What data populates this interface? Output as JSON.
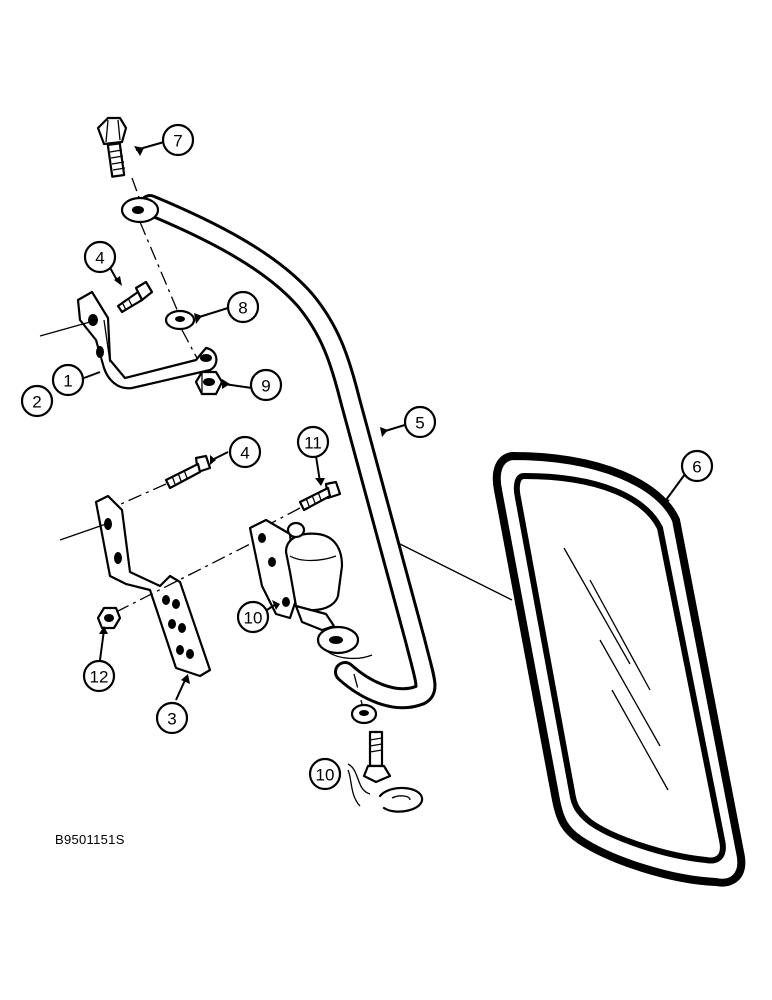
{
  "figure_code": "B9501151S",
  "callouts": [
    "7",
    "4",
    "8",
    "1",
    "2",
    "9",
    "5",
    "6",
    "4",
    "11",
    "10",
    "12",
    "3",
    "10"
  ]
}
